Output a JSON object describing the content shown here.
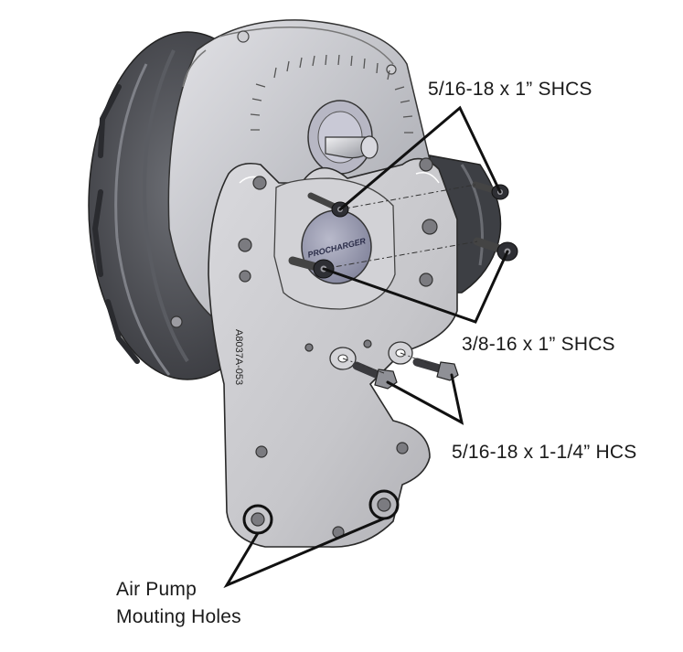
{
  "callouts": {
    "shcs_5_16_label": "5/16-18 x 1” SHCS",
    "shcs_3_8_label": "3/8-16 x 1” SHCS",
    "hcs_label": "5/16-18 x 1-1/4” HCS",
    "air_pump_line1": "Air Pump",
    "air_pump_line2": "Mouting Holes"
  },
  "part": {
    "bracket_part_number": "A8037A-053",
    "logo_text": "PROCHARGER"
  },
  "colors": {
    "text": "#1a1a1a",
    "leader": "#111111",
    "bracket": "#c9c9cd",
    "housing_dark": "#4a4c52",
    "housing_mid": "#9a9ca2",
    "logo_disc": "#8d8fa6"
  }
}
